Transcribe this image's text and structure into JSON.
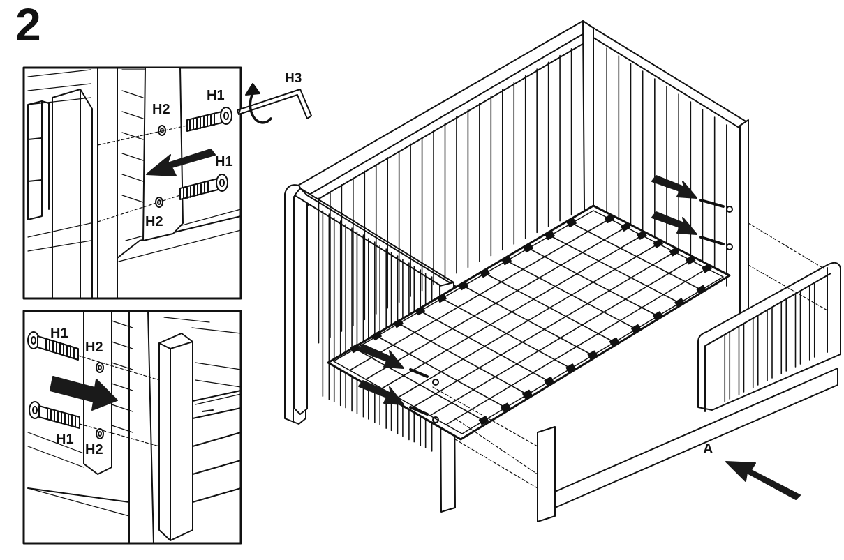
{
  "step": {
    "number": "2"
  },
  "detail_top": {
    "labels": {
      "h1_upper": "H1",
      "h1_lower": "H1",
      "h2_upper": "H2",
      "h2_lower": "H2",
      "h3": "H3"
    }
  },
  "detail_bottom": {
    "labels": {
      "h1_upper": "H1",
      "h1_lower": "H1",
      "h2_upper": "H2",
      "h2_lower": "H2"
    }
  },
  "main": {
    "rail_label": "A"
  },
  "colors": {
    "line": "#111111",
    "arrow": "#1a1a1a",
    "background": "#ffffff"
  }
}
